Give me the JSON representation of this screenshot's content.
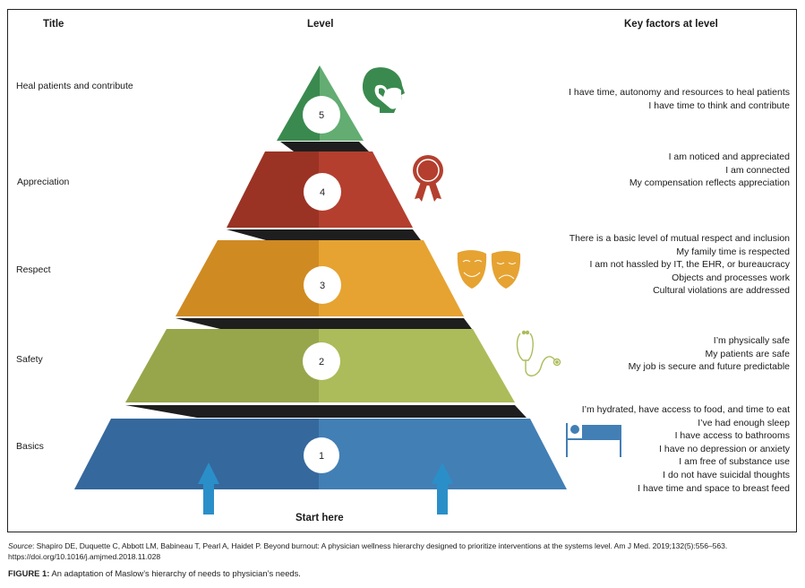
{
  "headers": {
    "title": "Title",
    "level": "Level",
    "key_factors": "Key factors at level"
  },
  "levels": [
    {
      "number": "5",
      "title": "Heal patients and contribute",
      "icon": "masked-face-icon",
      "color_dark": "#3a8a4f",
      "color_light": "#63ad72",
      "factors": [
        "I have time, autonomy and resources to heal patients",
        "I have time to think and contribute"
      ]
    },
    {
      "number": "4",
      "title": "Appreciation",
      "icon": "award-ribbon-icon",
      "color_dark": "#9a3324",
      "color_light": "#b43f2e",
      "factors": [
        "I am noticed and appreciated",
        "I am connected",
        "My compensation reflects appreciation"
      ]
    },
    {
      "number": "3",
      "title": "Respect",
      "icon": "theater-masks-icon",
      "color_dark": "#d08a22",
      "color_light": "#e6a331",
      "factors": [
        "There is a basic level of mutual respect and inclusion",
        "My family time is respected",
        "I am not hassled by IT, the EHR, or bureaucracy",
        "Objects and processes work",
        "Cultural violations are addressed"
      ]
    },
    {
      "number": "2",
      "title": "Safety",
      "icon": "stethoscope-icon",
      "color_dark": "#97a64b",
      "color_light": "#acbc5a",
      "factors": [
        "I’m physically safe",
        "My patients are safe",
        "My job is secure and future predictable"
      ]
    },
    {
      "number": "1",
      "title": "Basics",
      "icon": "bed-icon",
      "color_dark": "#35689d",
      "color_light": "#427fb5",
      "factors": [
        "I’m hydrated, have access to food, and time to eat",
        "I’ve had enough sleep",
        "I have access to bathrooms",
        "I have no depression or anxiety",
        "I am free of substance use",
        "I do not have suicidal thoughts",
        "I have time and space to breast feed"
      ]
    }
  ],
  "start_label": "Start here",
  "arrow_color": "#2a8fc8",
  "source": {
    "label": "Source",
    "text": ": Shapiro DE, Duquette C, Abbott LM, Babineau T, Pearl A, Haidet P. Beyond burnout: A physician wellness hierarchy designed to prioritize interventions at the systems level. Am J Med. 2019;132(5):556–563. https://doi.org/10.1016/j.amjmed.2018.11.028"
  },
  "caption": {
    "label": "FIGURE 1:",
    "text": " An adaptation of Maslow’s hierarchy of needs to physician’s needs."
  }
}
